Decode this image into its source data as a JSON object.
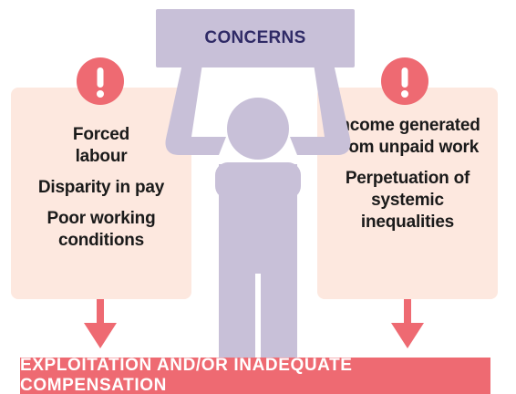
{
  "sign": {
    "title": "CONCERNS"
  },
  "left_panel": {
    "items": [
      "Forced labour",
      "Disparity in pay",
      "Poor working conditions"
    ]
  },
  "right_panel": {
    "items": [
      "Income generated from unpaid work",
      "Perpetuation of systemic inequalities"
    ]
  },
  "outcome": {
    "label": "EXPLOITATION AND/OR INADEQUATE COMPENSATION"
  },
  "colors": {
    "panel_fill": "#fde8df",
    "accent_pink": "#ee6a72",
    "figure_grey": "#c8c0d8",
    "sign_text": "#2f2a66"
  },
  "icons": {
    "warning": "exclamation-icon",
    "arrow": "arrow-down-icon",
    "figure": "person-holding-sign"
  }
}
